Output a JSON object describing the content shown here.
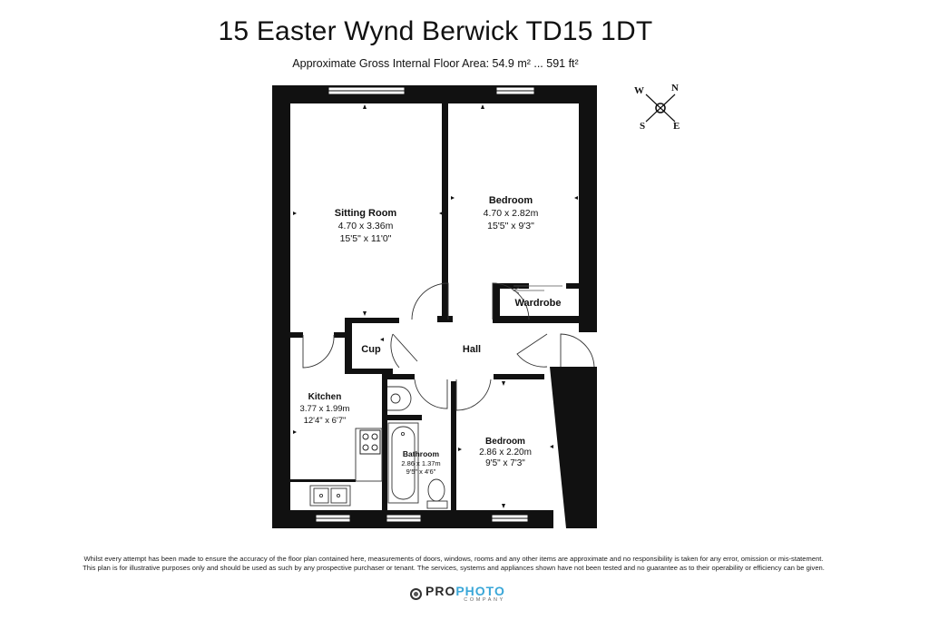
{
  "header": {
    "title": "15 Easter Wynd Berwick TD15 1DT",
    "subtitle": "Approximate Gross Internal Floor Area: 54.9 m² ... 591 ft²"
  },
  "compass": {
    "w": "W",
    "n": "N",
    "s": "S",
    "e": "E"
  },
  "rooms": {
    "sitting": {
      "name": "Sitting Room",
      "metric": "4.70 x 3.36m",
      "imperial": "15'5\" x 11'0\""
    },
    "bedroom1": {
      "name": "Bedroom",
      "metric": "4.70 x 2.82m",
      "imperial": "15'5\" x 9'3\""
    },
    "wardrobe": {
      "name": "Wardrobe"
    },
    "cup": {
      "name": "Cup"
    },
    "hall": {
      "name": "Hall"
    },
    "kitchen": {
      "name": "Kitchen",
      "metric": "3.77 x 1.99m",
      "imperial": "12'4\" x 6'7\""
    },
    "bathroom": {
      "name": "Bathroom",
      "metric": "2.86 x 1.37m",
      "imperial": "9'5\" x 4'6\""
    },
    "bedroom2": {
      "name": "Bedroom",
      "metric": "2.86 x 2.20m",
      "imperial": "9'5\" x 7'3\""
    }
  },
  "footer": {
    "line1": "Whilst every attempt has been made to ensure the accuracy of the floor plan contained here, measurements of doors, windows, rooms and any other items are approximate and no responsibility is taken for any error, omission or mis-statement.",
    "line2": "This plan is for illustrative purposes only and should be used as such by any prospective purchaser or tenant. The services, systems and appliances shown have not been tested and no guarantee as to their operability or efficiency can be given.",
    "logo_main_a": "PRO",
    "logo_main_b": "PHOTO",
    "logo_sub": "COMPANY"
  },
  "colors": {
    "wall": "#111111",
    "paper": "#ffffff",
    "logo_accent": "#3aa7d8"
  }
}
